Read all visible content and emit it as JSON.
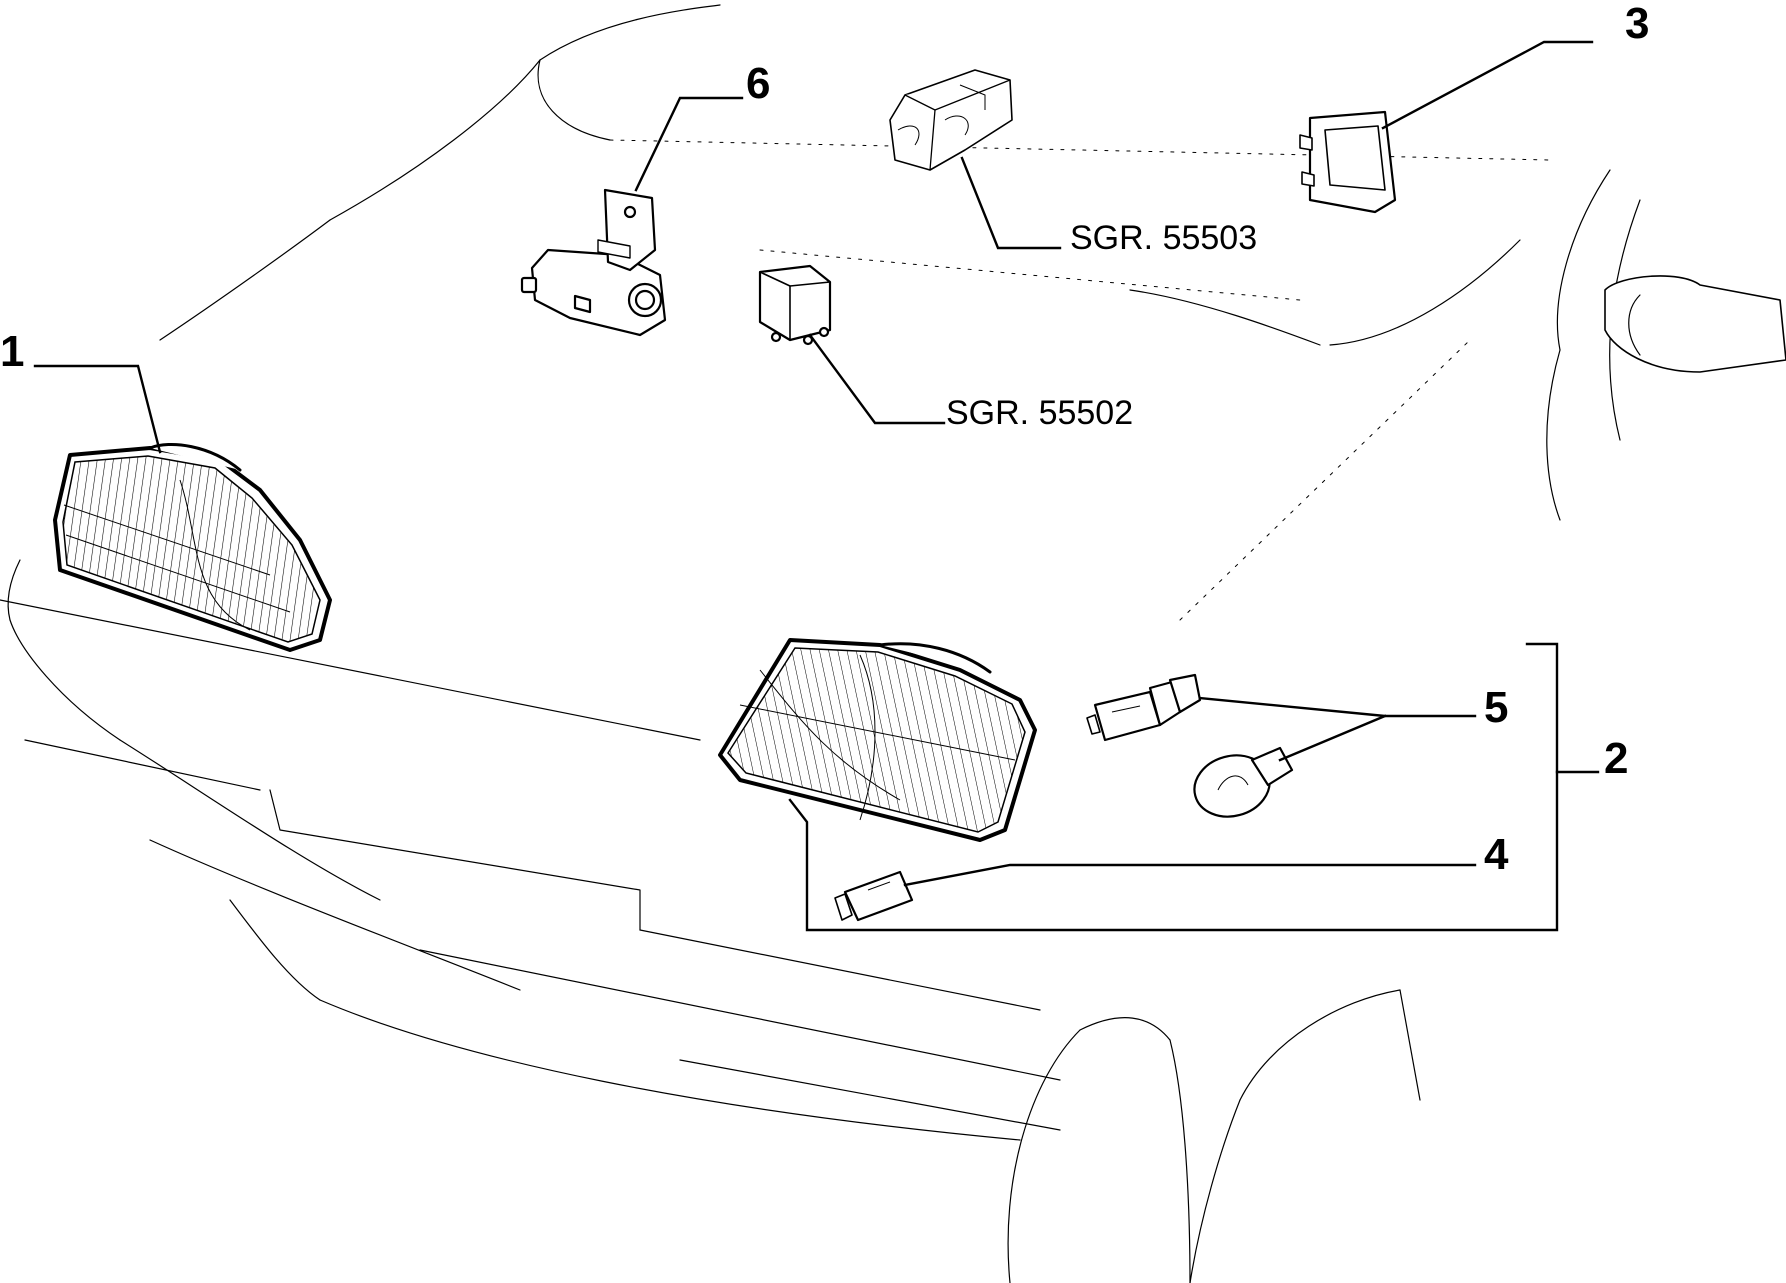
{
  "callouts": {
    "c1": "1",
    "c2": "2",
    "c3": "3",
    "c4": "4",
    "c5": "5",
    "c6": "6"
  },
  "references": {
    "relay_group": "SGR. 55502",
    "connector_group": "SGR. 55503"
  }
}
